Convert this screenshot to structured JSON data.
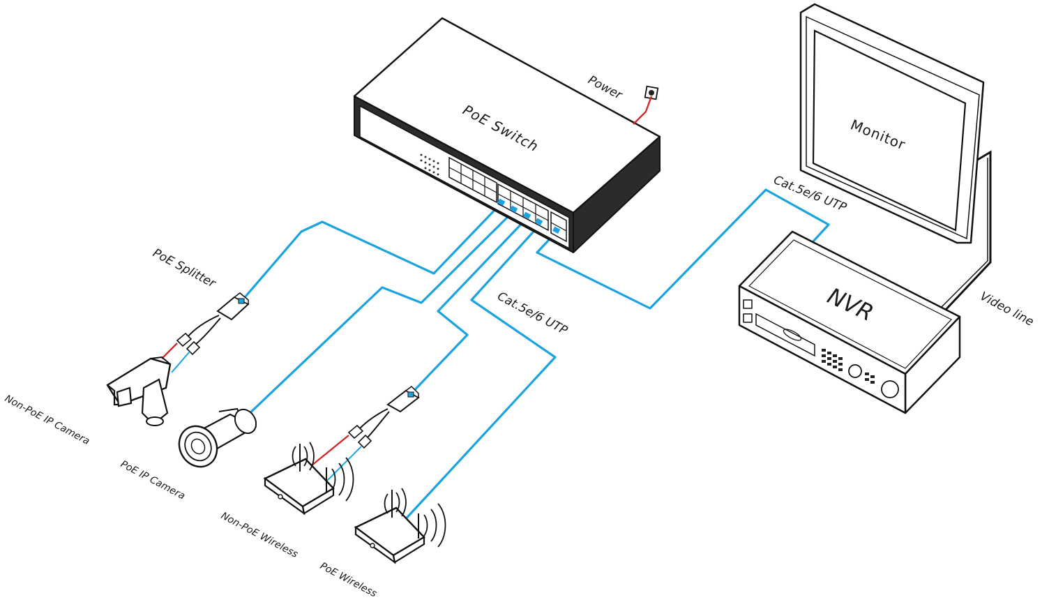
{
  "labels": {
    "switch": "PoE  Switch",
    "power": "Power",
    "monitor": "Monitor",
    "nvr": "NVR",
    "video_line": "Video line",
    "cable_nvr": "Cat.5e/6 UTP",
    "cable_devices": "Cat.5e/6 UTP",
    "poe_splitter": "PoE Splitter",
    "non_poe_ip_camera": "Non-PoE IP Camera",
    "poe_ip_camera": "PoE IP Camera",
    "non_poe_wireless": "Non-PoE Wireless",
    "poe_wireless": "PoE Wireless"
  },
  "colors": {
    "ethernet_cable": "#1aa3e0",
    "power_cable": "#d22a2a",
    "outline": "#111111",
    "switch_body": "#2b2b2b"
  }
}
